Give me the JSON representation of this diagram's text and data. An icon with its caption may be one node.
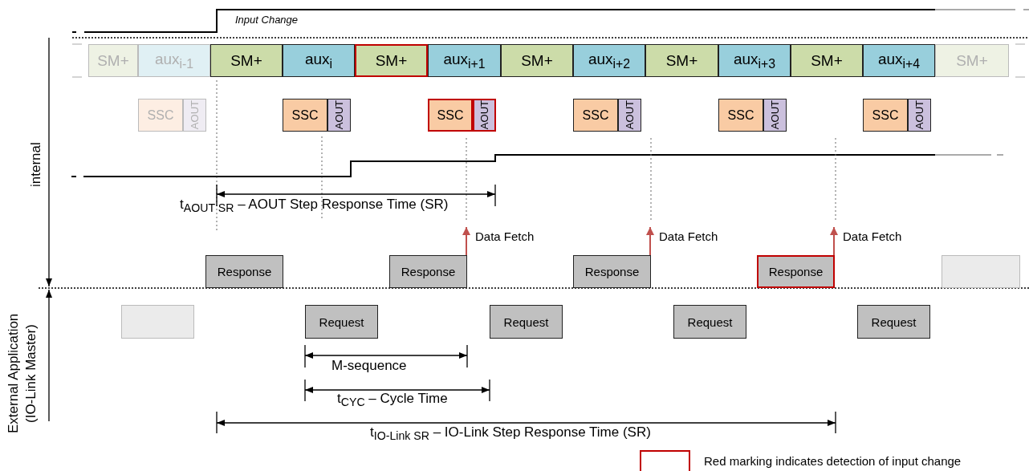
{
  "diagram": {
    "nodes": [
      {
        "text": [
          "SM+"
        ]
      },
      {
        "text": [
          "aux$_{i-1}$"
        ]
      },
      {
        "text": [
          "SM+"
        ]
      },
      {
        "text": [
          "aux$_{i}$"
        ]
      },
      {
        "text": [
          "SM+"
        ]
      },
      {
        "text": [
          "aux$_{i+1}$"
        ]
      },
      {
        "text": [
          "SM+"
        ]
      },
      {
        "text": [
          "aux$_{i+2}$"
        ]
      },
      {
        "text": [
          "SM+"
        ]
      },
      {
        "text": [
          "aux$_{i+3}$"
        ]
      },
      {
        "text": [
          "SM+"
        ]
      },
      {
        "text": [
          "aux$_{i+4}$"
        ]
      },
      {
        "text": [
          "SM+"
        ]
      },
      {
        "text": [
          "SSC"
        ]
      },
      {
        "text": [
          "AOUT"
        ]
      },
      {
        "text": [
          "SSC"
        ]
      },
      {
        "text": [
          "AOUT"
        ]
      },
      {
        "text": [
          "SSC"
        ]
      },
      {
        "text": [
          "AOUT"
        ]
      },
      {
        "text": [
          "SSC"
        ]
      },
      {
        "text": [
          "AOUT"
        ]
      },
      {
        "text": [
          "SSC"
        ]
      },
      {
        "text": [
          "AOUT"
        ]
      },
      {
        "text": [
          "SSC"
        ]
      },
      {
        "text": [
          "AOUT"
        ]
      },
      {
        "text": [
          "Response"
        ]
      },
      {
        "text": [
          "Response"
        ]
      },
      {
        "text": [
          "Response"
        ]
      },
      {
        "text": [
          "Response"
        ]
      },
      {
        "text": [],
        "shape": "box"
      },
      {
        "text": [],
        "shape": "box"
      },
      {
        "text": [
          "Request"
        ]
      },
      {
        "text": [
          "Request"
        ]
      },
      {
        "text": [
          "Request"
        ]
      },
      {
        "text": [
          "Request"
        ]
      }
    ],
    "edges": [
      {
        "from": 26,
        "to": null,
        "arrow": "to",
        "label": "Data Fetch",
        "color": "#c0504d"
      },
      {
        "from": 27,
        "to": null,
        "arrow": "to",
        "label": "Data Fetch",
        "color": "#c0504d"
      },
      {
        "from": 28,
        "to": null,
        "arrow": "to",
        "label": "Data Fetch",
        "color": "#c0504d"
      }
    ],
    "labels": [
      "Input Change",
      "internal",
      "t$_{AOUT SR}$ – AOUT Step Response Time (SR)",
      "External Application (IO-Link Master)",
      "M-sequence",
      "t$_{CYC}$ – Cycle Time",
      "t$_{IO-Link SR}$ – IO-Link Step Response Time (SR)"
    ],
    "legend": [
      {
        "text": "Red marking indicates detection of input change"
      }
    ]
  }
}
